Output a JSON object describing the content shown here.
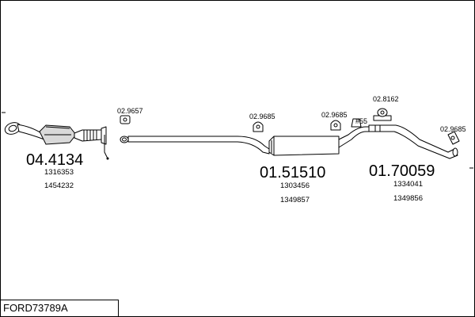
{
  "diagram": {
    "parts": [
      {
        "id": "04.4134",
        "refs": [
          "1316353",
          "1454232"
        ]
      },
      {
        "id": "01.51510",
        "refs": [
          "1303456",
          "1349857"
        ]
      },
      {
        "id": "01.70059",
        "refs": [
          "1334041",
          "1349856"
        ]
      }
    ],
    "hangers": [
      "02.9657",
      "02.9685",
      "02.9685",
      "02.8162",
      "02.9685"
    ],
    "clamp": "#55",
    "model_code": "FORD73789A"
  }
}
